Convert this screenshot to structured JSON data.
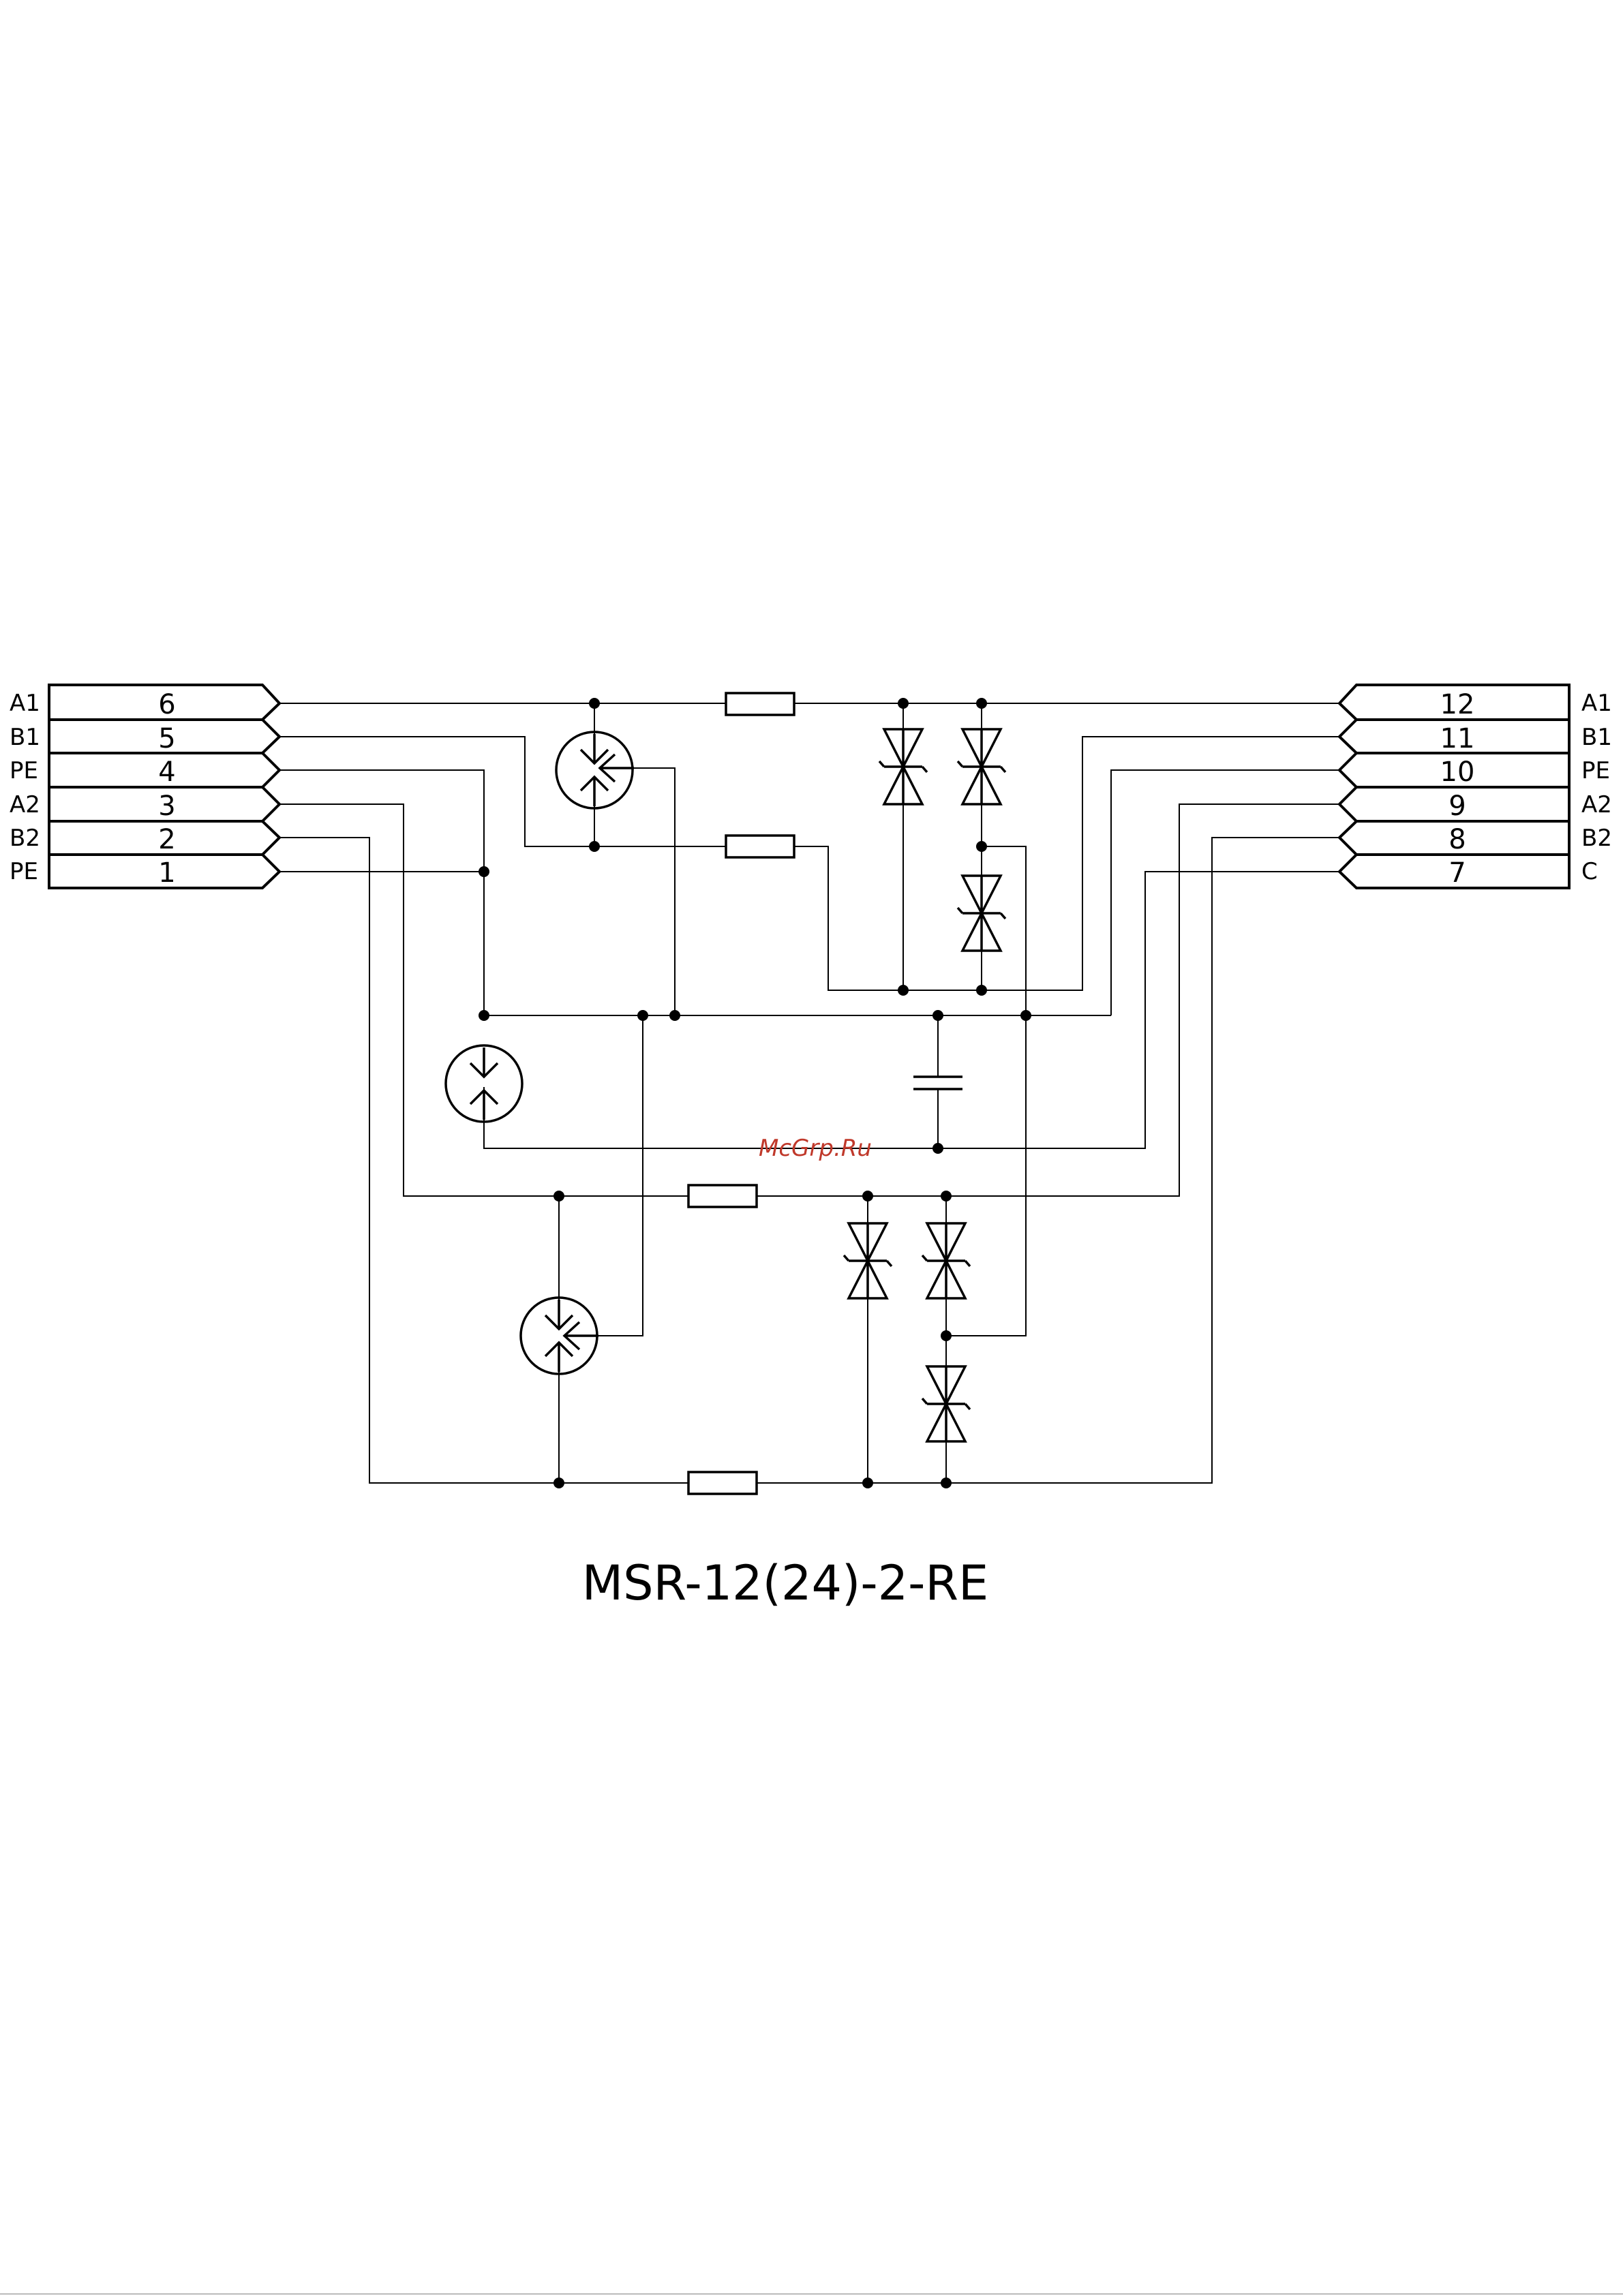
{
  "title": "MSR-12(24)-2-RE",
  "watermark": "McGrp.Ru",
  "left_terminals": [
    {
      "signal": "A1",
      "pin": "6"
    },
    {
      "signal": "B1",
      "pin": "5"
    },
    {
      "signal": "PE",
      "pin": "4"
    },
    {
      "signal": "A2",
      "pin": "3"
    },
    {
      "signal": "B2",
      "pin": "2"
    },
    {
      "signal": "PE",
      "pin": "1"
    }
  ],
  "right_terminals": [
    {
      "signal": "A1",
      "pin": "12"
    },
    {
      "signal": "B1",
      "pin": "11"
    },
    {
      "signal": "PE",
      "pin": "10"
    },
    {
      "signal": "A2",
      "pin": "9"
    },
    {
      "signal": "B2",
      "pin": "8"
    },
    {
      "signal": "C",
      "pin": "7"
    }
  ]
}
